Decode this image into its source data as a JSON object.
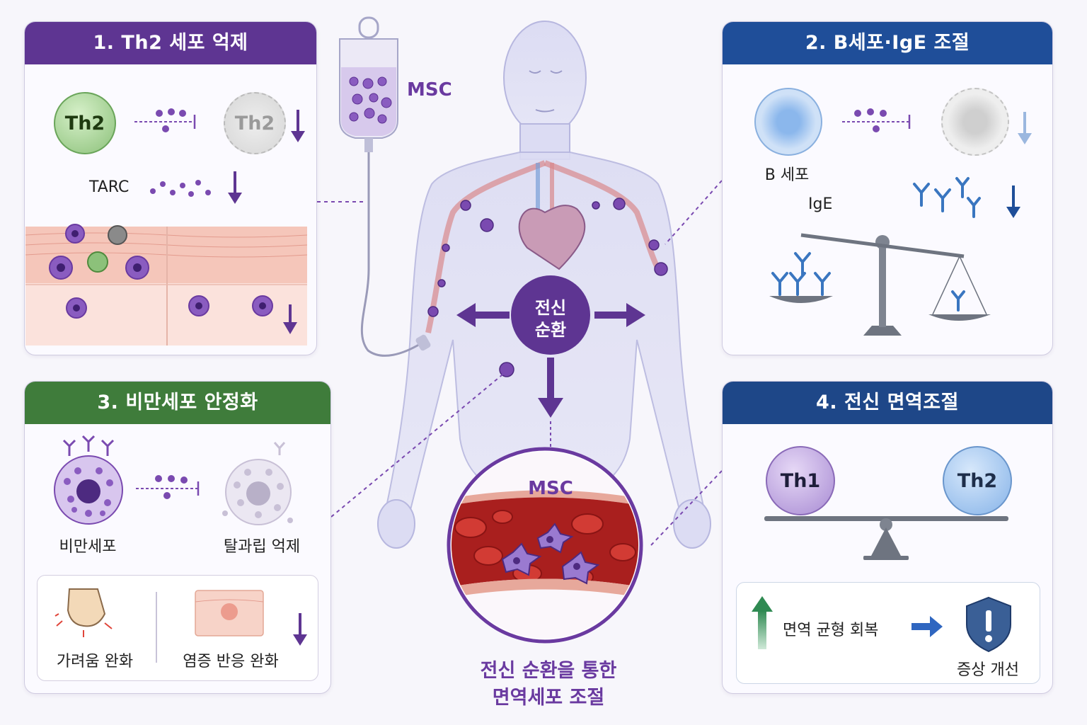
{
  "center": {
    "bag_label": "MSC",
    "circulation_label_line1": "전신",
    "circulation_label_line2": "순환",
    "vessel_label": "MSC",
    "caption_line1": "전신 순환을 통한",
    "caption_line2": "면역세포 조절"
  },
  "panel1": {
    "title": "1. Th2 세포 억제",
    "cell_label_active": "Th2",
    "cell_label_suppressed": "Th2",
    "tarc_label": "TARC"
  },
  "panel2": {
    "title": "2. B세포·IgE 조절",
    "b_cell_label": "B 세포",
    "ige_label": "IgE"
  },
  "panel3": {
    "title": "3. 비만세포 안정화",
    "mast_cell_label": "비만세포",
    "degranulation_label": "탈과립 억제",
    "itch_label": "가려움 완화",
    "inflammation_label": "염증 반응 완화"
  },
  "panel4": {
    "title": "4. 전신 면역조절",
    "th1_label": "Th1",
    "th2_label": "Th2",
    "balance_label": "면역 균형 회복",
    "symptom_label": "증상 개선"
  },
  "colors": {
    "purple_accent": "#5e3592",
    "blue_accent": "#1f4e99",
    "green_accent": "#3f7c3b",
    "navy_accent": "#1e4788",
    "msc_text": "#6a3aa0"
  }
}
